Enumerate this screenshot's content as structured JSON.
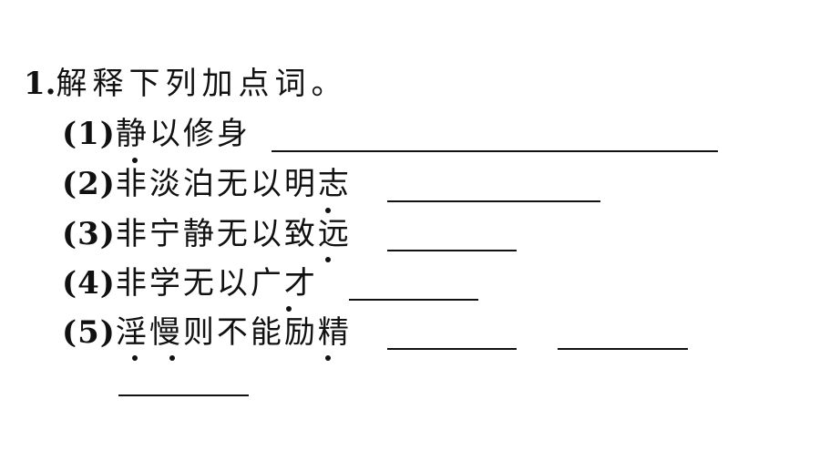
{
  "question": {
    "number": "1.",
    "prompt": "解释下列加点词。",
    "items": [
      {
        "label": "(1)",
        "phrase": "静以修身"
      },
      {
        "label": "(2)",
        "phrase": "非淡泊无以明志"
      },
      {
        "label": "(3)",
        "phrase": "非宁静无以致远"
      },
      {
        "label": "(4)",
        "phrase": "非学无以广才"
      },
      {
        "label": "(5)",
        "phrase": "淫慢则不能励精"
      }
    ]
  }
}
